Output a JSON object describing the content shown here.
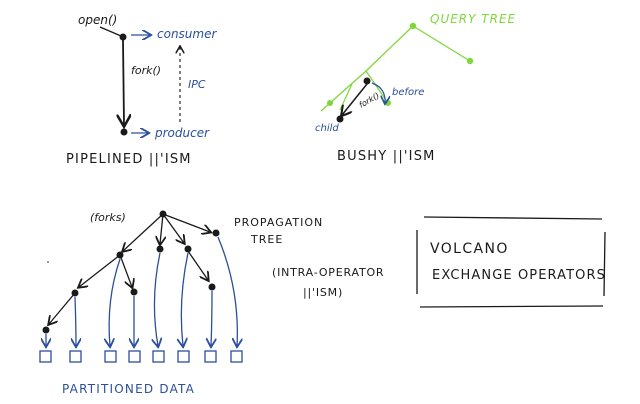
{
  "colors": {
    "ink": "#1a1a1a",
    "blue": "#2b4f9c",
    "green": "#7fd83a"
  },
  "pipelined": {
    "open_label": "open()",
    "consumer_label": "consumer",
    "forks_label": "fork()",
    "ipc_label": "IPC",
    "producer_label": "producer",
    "caption": "PIPELINED ||'ISM"
  },
  "bushy": {
    "query_tree_label": "QUERY TREE",
    "forks_label": "fork()",
    "before_label": "before",
    "child_label": "child",
    "caption": "BUSHY ||'ISM"
  },
  "partitioned": {
    "forks_label": "(forks)",
    "propagation_line1": "PROPAGATION",
    "propagation_line2": "TREE",
    "intra_line1": "(INTRA-OPERATOR",
    "intra_line2": "||'ISM)",
    "data_caption": "PARTITIONED DATA"
  },
  "volcano_box": {
    "line1": "VOLCANO",
    "line2": "EXCHANGE OPERATORS"
  }
}
